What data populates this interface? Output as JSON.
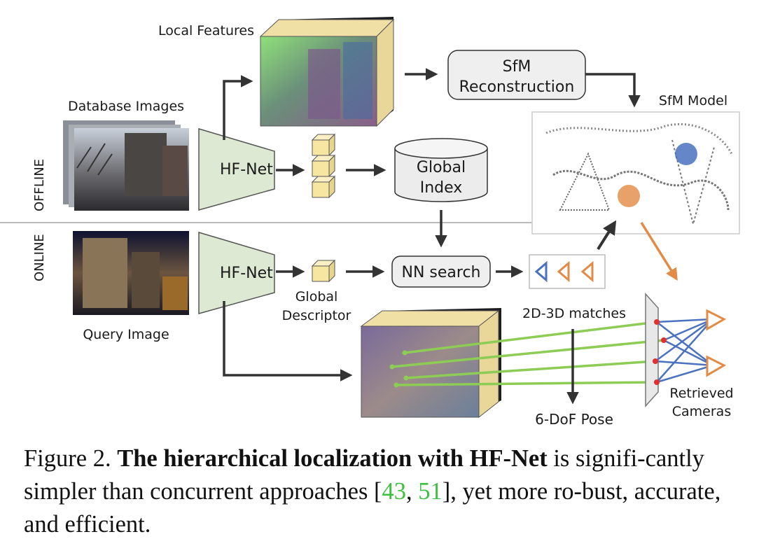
{
  "figure": {
    "labels": {
      "local_features": "Local Features",
      "database_images": "Database Images",
      "sfm_box_line1": "SfM",
      "sfm_box_line2": "Reconstruction",
      "sfm_model": "SfM Model",
      "hfnet_top": "HF-Net",
      "hfnet_bottom": "HF-Net",
      "global_index_line1": "Global",
      "global_index_line2": "Index",
      "offline": "OFFLINE",
      "online": "ONLINE",
      "query_image": "Query Image",
      "global_descriptor_line1": "Global",
      "global_descriptor_line2": "Descriptor",
      "nn_search": "NN search",
      "matches_2d3d": "2D-3D matches",
      "pose": "6-DoF Pose",
      "retrieved_line1": "Retrieved",
      "retrieved_line2": "Cameras"
    },
    "colors": {
      "hfnet_fill": "#dde9d2",
      "descriptor_fill": "#f7e6a2",
      "match_line": "#8dcc55",
      "camera_blue": "#4a72c0",
      "camera_orange": "#e38a45",
      "arrow": "#333333"
    }
  },
  "caption": {
    "prefix": "Figure 2. ",
    "bold": "The hierarchical localization with HF-Net",
    "text1": " is signifi-cantly simpler than concurrent approaches [",
    "cite1": "43",
    "sep": ", ",
    "cite2": "51",
    "text2": "], yet more ro-bust, accurate, and efficient."
  }
}
